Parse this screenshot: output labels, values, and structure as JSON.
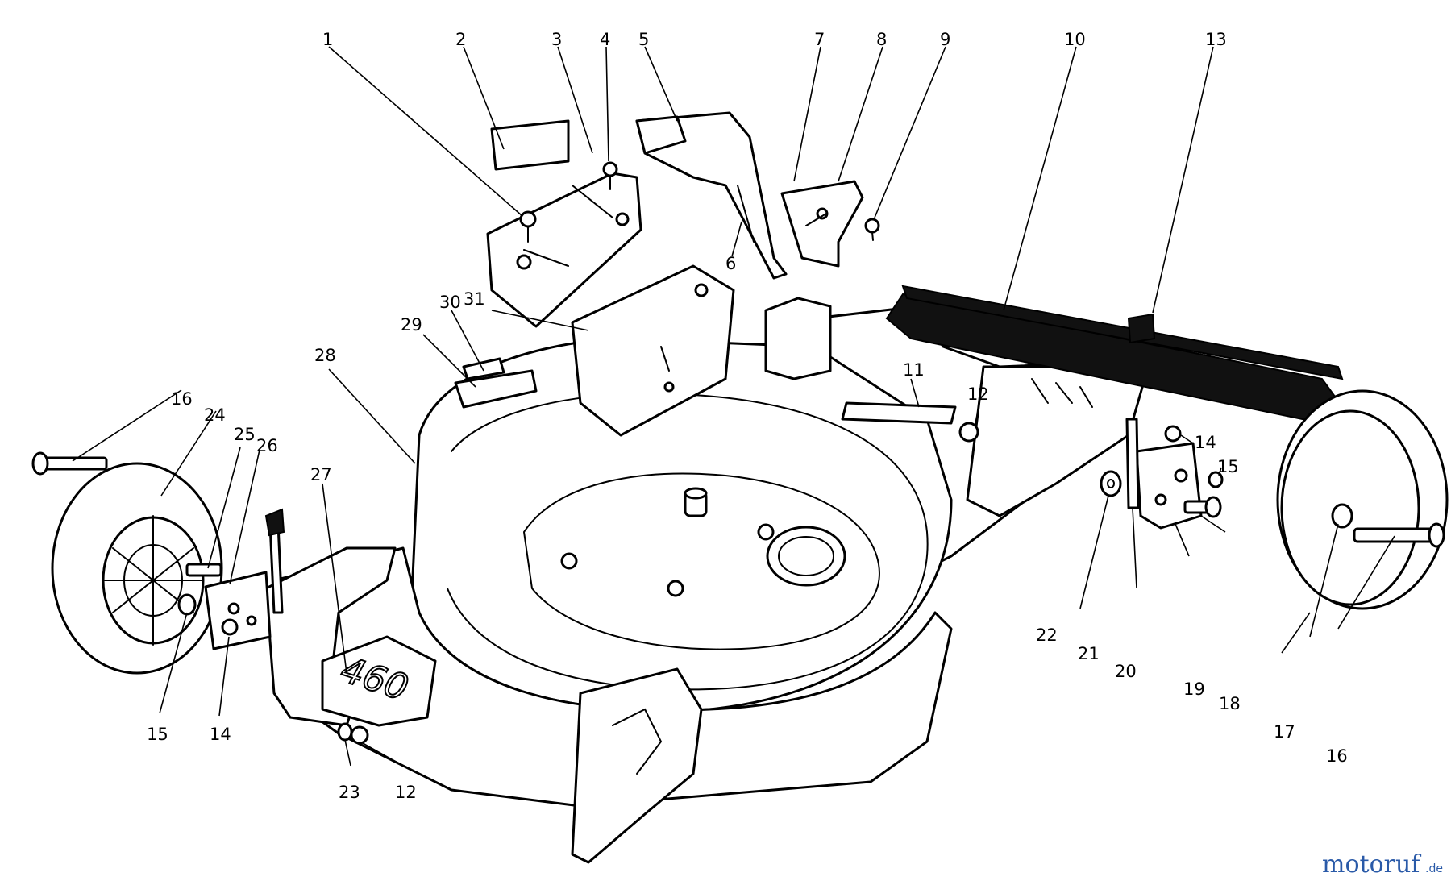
{
  "diagram": {
    "deck_number": "460",
    "callouts": [
      {
        "id": "c1",
        "text": "1"
      },
      {
        "id": "c2",
        "text": "2"
      },
      {
        "id": "c3",
        "text": "3"
      },
      {
        "id": "c4",
        "text": "4"
      },
      {
        "id": "c5",
        "text": "5"
      },
      {
        "id": "c6",
        "text": "6"
      },
      {
        "id": "c7",
        "text": "7"
      },
      {
        "id": "c8",
        "text": "8"
      },
      {
        "id": "c9",
        "text": "9"
      },
      {
        "id": "c10",
        "text": "10"
      },
      {
        "id": "c11",
        "text": "11"
      },
      {
        "id": "c12a",
        "text": "12"
      },
      {
        "id": "c12b",
        "text": "12"
      },
      {
        "id": "c13",
        "text": "13"
      },
      {
        "id": "c14a",
        "text": "14"
      },
      {
        "id": "c14b",
        "text": "14"
      },
      {
        "id": "c15a",
        "text": "15"
      },
      {
        "id": "c15b",
        "text": "15"
      },
      {
        "id": "c16a",
        "text": "16"
      },
      {
        "id": "c16b",
        "text": "16"
      },
      {
        "id": "c17",
        "text": "17"
      },
      {
        "id": "c18",
        "text": "18"
      },
      {
        "id": "c19",
        "text": "19"
      },
      {
        "id": "c20",
        "text": "20"
      },
      {
        "id": "c21",
        "text": "21"
      },
      {
        "id": "c22",
        "text": "22"
      },
      {
        "id": "c23",
        "text": "23"
      },
      {
        "id": "c24",
        "text": "24"
      },
      {
        "id": "c25",
        "text": "25"
      },
      {
        "id": "c26",
        "text": "26"
      },
      {
        "id": "c27",
        "text": "27"
      },
      {
        "id": "c28",
        "text": "28"
      },
      {
        "id": "c29",
        "text": "29"
      },
      {
        "id": "c30",
        "text": "30"
      },
      {
        "id": "c31",
        "text": "31"
      }
    ]
  },
  "watermark": {
    "brand": "motoruf",
    "suffix": ".de"
  },
  "colors": {
    "ink": "#000000",
    "paper": "#ffffff",
    "watermark": "#2a5aa8"
  }
}
